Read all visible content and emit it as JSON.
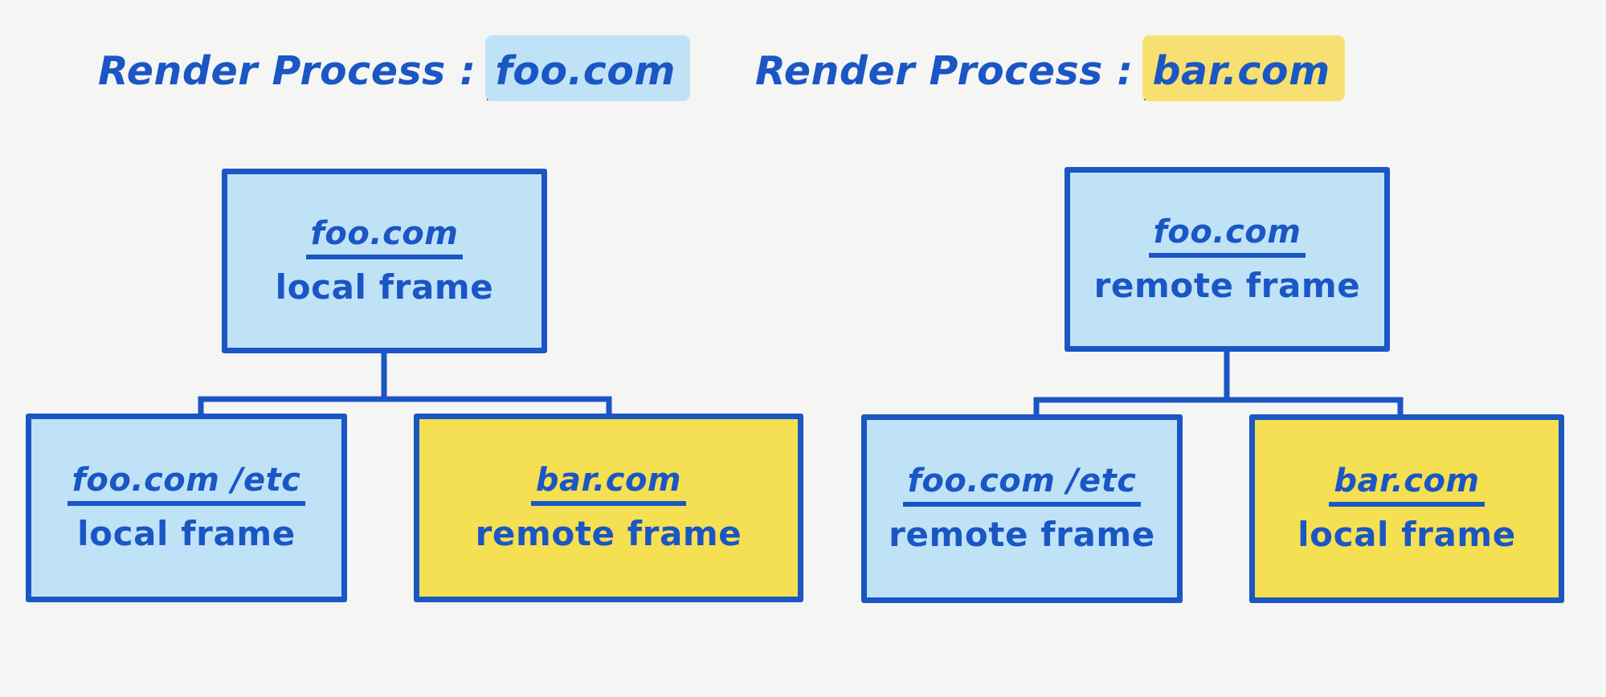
{
  "canvas": {
    "background": "#f5f5f4",
    "stroke": "#1a56c4",
    "fill_blue": "#bfe2f7",
    "fill_yellow": "#f5df52",
    "highlight_blue": "#bfe2f7",
    "highlight_yellow": "#f7e071"
  },
  "diagrams": [
    {
      "id": "left",
      "title": {
        "label": "Render Process :",
        "origin": "foo.com",
        "highlight": "blue"
      },
      "root": {
        "origin": "foo.com",
        "kind": "local frame",
        "fill": "blue"
      },
      "children": [
        {
          "origin": "foo.com /etc",
          "kind": "local frame",
          "fill": "blue"
        },
        {
          "origin": "bar.com",
          "kind": "remote frame",
          "fill": "yellow"
        }
      ]
    },
    {
      "id": "right",
      "title": {
        "label": "Render Process :",
        "origin": "bar.com",
        "highlight": "yellow"
      },
      "root": {
        "origin": "foo.com",
        "kind": "remote frame",
        "fill": "blue"
      },
      "children": [
        {
          "origin": "foo.com /etc",
          "kind": "remote frame",
          "fill": "blue"
        },
        {
          "origin": "bar.com",
          "kind": "local frame",
          "fill": "yellow"
        }
      ]
    }
  ]
}
